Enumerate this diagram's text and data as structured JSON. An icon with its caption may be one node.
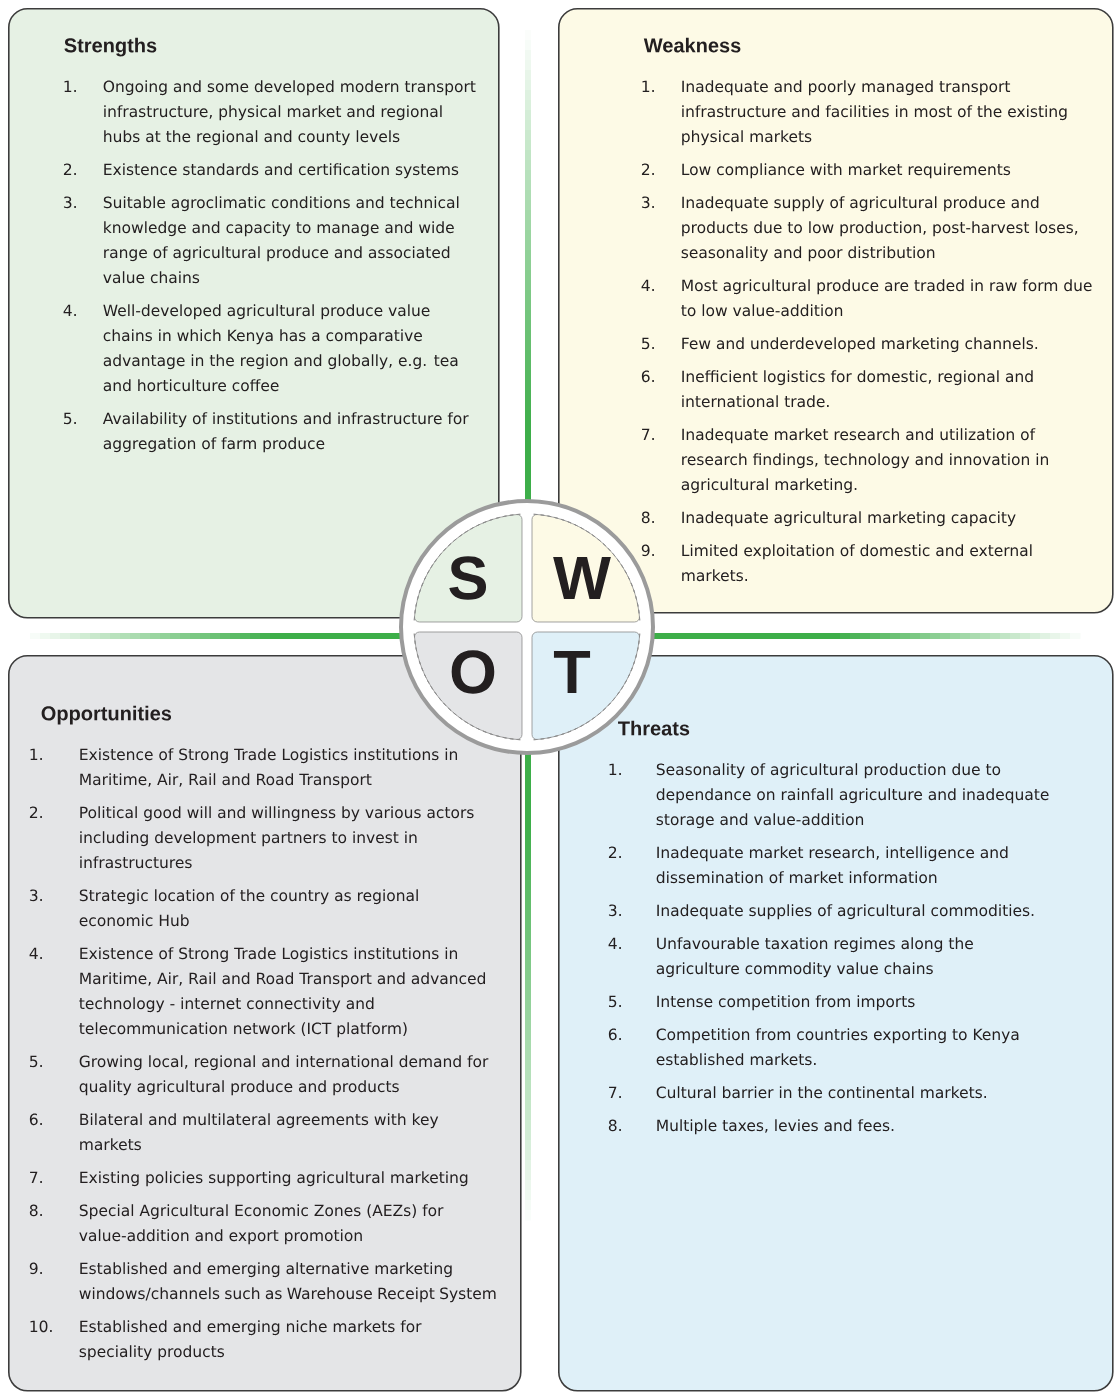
{
  "diagram": {
    "nodes": [
      {
        "text": [
          "Strengths",
          "1.",
          "Ongoing and some developed modern transport infrastructure, physical market and regional hubs at the regional and county levels",
          "2.",
          "Existence standards and certification systems",
          "3.",
          "Suitable agroclimatic conditions and technical knowledge and capacity to manage and wide range of agricultural produce and associated value chains",
          "4.",
          "Well-developed agricultural produce value chains in which Kenya has a comparative advantage in the region and globally, e.g. tea and horticulture coffee",
          "5.",
          "Availability of institutions and infrastructure for aggregation of farm produce"
        ]
      },
      {
        "text": [
          "Weakness",
          "1.",
          "Inadequate and poorly managed transport infrastructure and facilities in most of the existing physical markets",
          "2.",
          "Low compliance with market requirements",
          "3.",
          "Inadequate supply of agricultural produce and products due to low production, post-harvest loses, seasonality and poor distribution",
          "4.",
          "Most agricultural produce are traded in raw form due to low value-addition",
          "5.",
          "Few and underdeveloped marketing channels.",
          "6.",
          "Inefficient logistics for domestic, regional and international trade.",
          "7.",
          "Inadequate market research and utilization of research findings, technology and innovation in agricultural marketing.",
          "8.",
          "Inadequate agricultural marketing capacity",
          "9.",
          "Limited exploitation of domestic and external markets."
        ]
      },
      {
        "text": [
          "Opportunities",
          "1.",
          "Existence of Strong Trade Logistics institutions in Maritime, Air, Rail and Road Transport",
          "2.",
          "Political good will and willingness by various actors including development partners to invest in infrastructures",
          "3.",
          "Strategic location of the country as regional economic Hub",
          "4.",
          "Existence of Strong Trade Logistics institutions in Maritime, Air, Rail and Road Transport and advanced technology - internet connectivity and telecommunication network (ICT platform)",
          "5.",
          "Growing local, regional and international demand for quality agricultural produce and products",
          "6.",
          "Bilateral and multilateral agreements with key markets",
          "7.",
          "Existing policies supporting agricultural marketing",
          "8.",
          "Special Agricultural Economic Zones (AEZs) for value-addition and export promotion",
          "9.",
          "Established and emerging alternative marketing windows/channels such as Warehouse Receipt System",
          "10.",
          "Established and emerging niche markets for speciality products"
        ]
      },
      {
        "text": [
          "Threats",
          "1.",
          "Seasonality of agricultural production due to dependance on rainfall agriculture and inadequate storage and value-addition",
          "2.",
          "Inadequate market research, intelligence and dissemination of market information",
          "3.",
          "Inadequate supplies of agricultural commodities.",
          "4.",
          "Unfavourable taxation regimes along the agriculture commodity value chains",
          "5.",
          "Intense competition from imports",
          "6.",
          "Competition from countries exporting to Kenya established markets.",
          "7.",
          "Cultural barrier in the continental markets.",
          "8.",
          "Multiple taxes, levies and fees."
        ]
      },
      {
        "text": [
          "S"
        ]
      },
      {
        "text": [
          "W"
        ]
      },
      {
        "text": [
          "O"
        ]
      },
      {
        "text": [
          "T"
        ]
      }
    ]
  }
}
